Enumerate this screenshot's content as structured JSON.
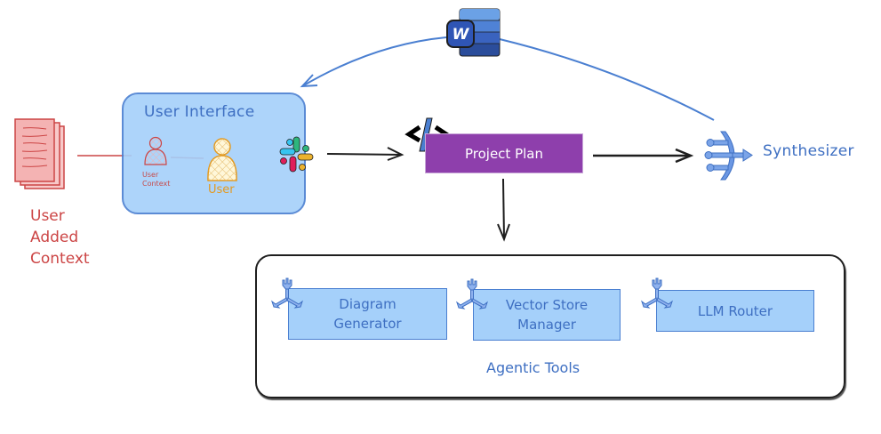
{
  "colors": {
    "blue_fill": "#a5d0fa",
    "blue_stroke": "#4a7fd1",
    "blue_text": "#3e6fc2",
    "red": "#cc4545",
    "orange": "#e39a21",
    "purple": "#8e3fac",
    "dark": "#1e1e1e"
  },
  "nodes": {
    "user_added_context": {
      "label": "User\nAdded\nContext",
      "icon": "document-stack-icon"
    },
    "user_interface": {
      "title": "User Interface",
      "user_context_label": "User\nContext",
      "user_label": "User"
    },
    "slack": {
      "icon": "slack-icon"
    },
    "code": {
      "icon": "code-icon",
      "text": "</>"
    },
    "project_plan": {
      "label": "Project Plan"
    },
    "word": {
      "icon": "word-icon",
      "letter": "W"
    },
    "synthesizer": {
      "label": "Synthesizer",
      "icon": "merge-icon"
    },
    "agentic_tools": {
      "title": "Agentic Tools",
      "tools": [
        {
          "label": "Diagram\nGenerator",
          "icon": "wrench-icon"
        },
        {
          "label": "Vector Store\nManager",
          "icon": "wrench-icon"
        },
        {
          "label": "LLM Router",
          "icon": "wrench-icon"
        }
      ]
    }
  },
  "edges": [
    {
      "from": "user_added_context",
      "to": "user_context",
      "style": "line"
    },
    {
      "from": "user_context",
      "to": "user",
      "style": "line"
    },
    {
      "from": "slack",
      "to": "project_plan",
      "style": "arrow"
    },
    {
      "from": "project_plan",
      "to": "synthesizer",
      "style": "arrow"
    },
    {
      "from": "project_plan",
      "to": "agentic_tools",
      "style": "arrow"
    },
    {
      "from": "synthesizer",
      "to": "user_interface",
      "via": "word",
      "style": "curved-arrow"
    }
  ]
}
